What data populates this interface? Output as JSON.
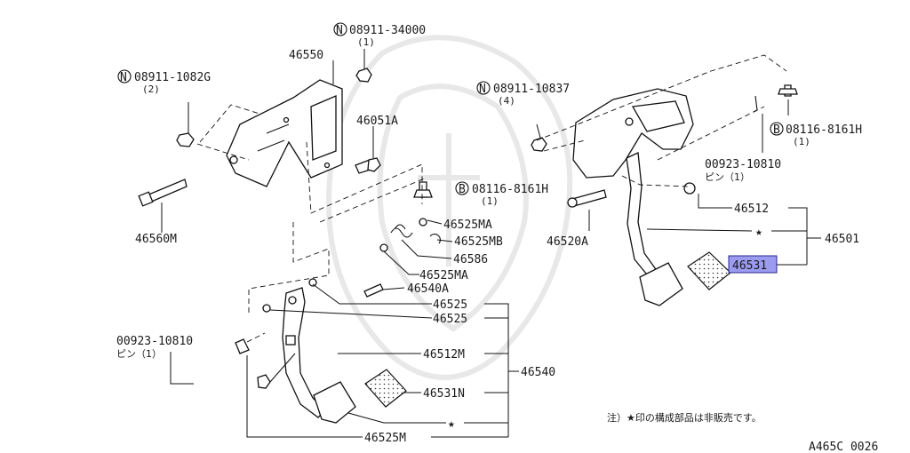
{
  "nut_34000": {
    "code": "08911-34000",
    "qty": "(1)"
  },
  "nut_1082g": {
    "code": "08911-1082G",
    "qty": "(2)"
  },
  "nut_10837": {
    "code": "08911-10837",
    "qty": "(4)"
  },
  "bolt_8161_top": {
    "code": "08116-8161H",
    "qty": "(1)"
  },
  "bolt_8161_mid": {
    "code": "08116-8161H",
    "qty": "(1)"
  },
  "pin_upper": {
    "code": "00923-10810",
    "note": "ピン（1）"
  },
  "pin_lower": {
    "code": "00923-10810",
    "note": "ピン（1）"
  },
  "labels": {
    "p46550": "46550",
    "p46051a": "46051A",
    "p46560m": "46560M",
    "p46525ma_1": "46525MA",
    "p46525mb": "46525MB",
    "p46586": "46586",
    "p46525ma_2": "46525MA",
    "p46540a": "46540A",
    "p46525_1": "46525",
    "p46525_2": "46525",
    "p46512m": "46512M",
    "p46540": "46540",
    "p46531n": "46531N",
    "p46525m": "46525M",
    "p46512": "46512",
    "p46501": "46501",
    "p46531": "46531",
    "p46520a": "46520A"
  },
  "symbols": {
    "n": "N",
    "b": "B",
    "star": "★"
  },
  "footnote": "注）★印の構成部品は非販売です。",
  "figure_code": "A465C 0026",
  "highlight_color": "#9b9bf0"
}
